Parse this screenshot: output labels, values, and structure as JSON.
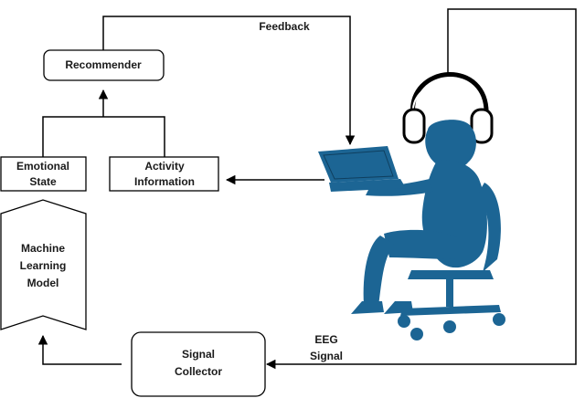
{
  "diagram": {
    "feedback_label": "Feedback",
    "recommender_label": "Recommender",
    "emotional_state_label": {
      "line1": "Emotional",
      "line2": "State"
    },
    "activity_information_label": {
      "line1": "Activity",
      "line2": "Information"
    },
    "ml_model_label": {
      "line1": "Machine",
      "line2": "Learning",
      "line3": "Model"
    },
    "signal_collector_label": {
      "line1": "Signal",
      "line2": "Collector"
    },
    "eeg_signal_label": {
      "line1": "EEG",
      "line2": "Signal"
    }
  },
  "colors": {
    "user_figure": "#1c6594",
    "stroke": "#000000"
  },
  "icons": [
    "headphones-icon",
    "laptop-icon",
    "user-silhouette-icon",
    "office-chair-icon"
  ]
}
